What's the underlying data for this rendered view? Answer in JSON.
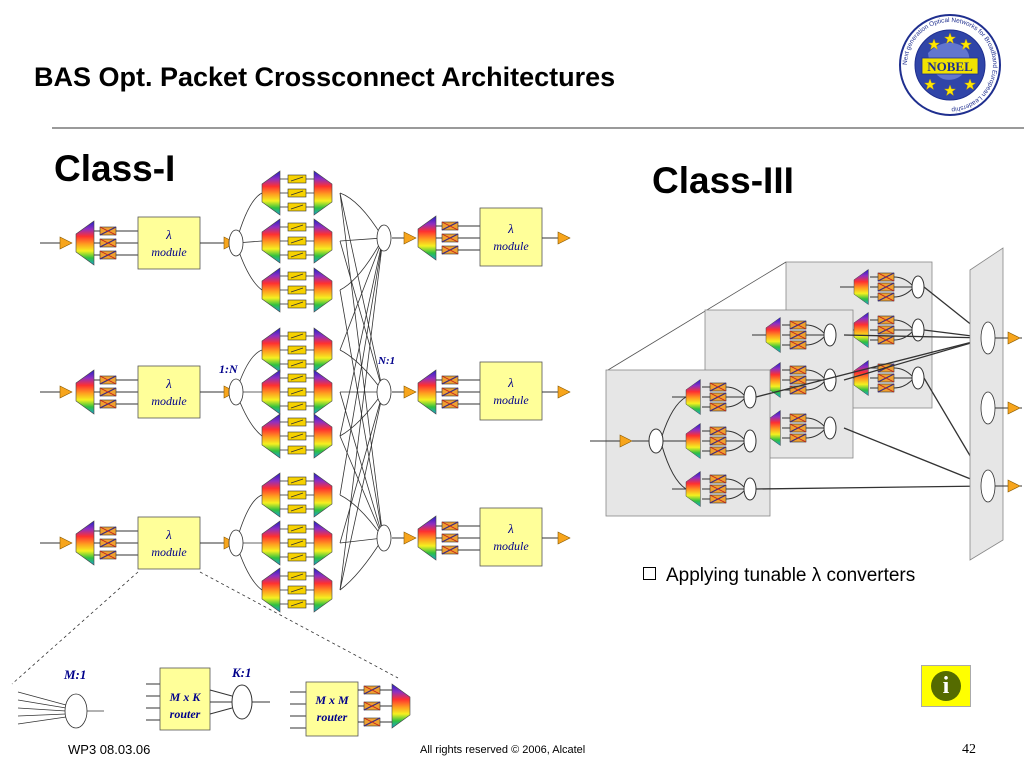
{
  "slide": {
    "title": "BAS Opt. Packet Crossconnect Architectures",
    "class1_heading": "Class-I",
    "class3_heading": "Class-III",
    "bullet": "Applying tunable λ converters",
    "footer_left": "WP3 08.03.06",
    "footer_center": "All rights reserved © 2006, Alcatel",
    "page_number": "42",
    "info_symbol": "i"
  },
  "logo": {
    "center_text": "NOBEL",
    "ring_text": "Next generation Optical Networks for Broadband European Leadership"
  },
  "diagram": {
    "module_lambda": "λ",
    "module_label": "module",
    "splitter_label": "1:N",
    "combiner_label": "N:1",
    "detail": {
      "coupler_label": "M:1",
      "router_kxk_line1": "M x K",
      "router_kxk_line2": "router",
      "coupler2_label": "K:1",
      "router_mxm_line1": "M x M",
      "router_mxm_line2": "router"
    }
  },
  "colors": {
    "module_fill": "#ffff99",
    "arrow_orange": "#f7a51c",
    "plane_fill": "#e6e6e6",
    "label_navy": "#00008b",
    "info_button": "#ffff00"
  }
}
